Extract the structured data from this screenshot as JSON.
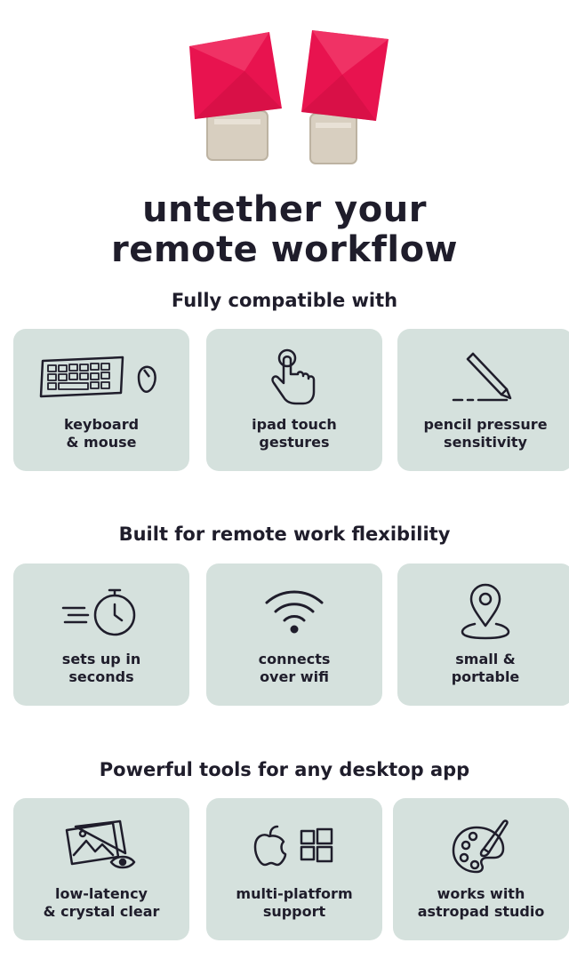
{
  "headline": {
    "line1": "untether your",
    "line2": "remote workflow"
  },
  "sections": [
    {
      "title": "Fully compatible with",
      "cards": [
        {
          "icon": "keyboard-mouse-icon",
          "line1": "keyboard",
          "line2": "& mouse"
        },
        {
          "icon": "touch-gesture-icon",
          "line1": "ipad touch",
          "line2": "gestures"
        },
        {
          "icon": "pencil-icon",
          "line1": "pencil pressure",
          "line2": "sensitivity"
        }
      ]
    },
    {
      "title": "Built for remote work flexibility",
      "cards": [
        {
          "icon": "stopwatch-icon",
          "line1": "sets up in",
          "line2": "seconds"
        },
        {
          "icon": "wifi-icon",
          "line1": "connects",
          "line2": "over wifi"
        },
        {
          "icon": "location-pin-icon",
          "line1": "small &",
          "line2": "portable"
        }
      ]
    },
    {
      "title": "Powerful tools for any desktop app",
      "cards": [
        {
          "icon": "image-eye-icon",
          "line1": "low-latency",
          "line2": "& crystal clear"
        },
        {
          "icon": "apple-windows-icon",
          "line1": "multi-platform",
          "line2": "support"
        },
        {
          "icon": "palette-brush-icon",
          "line1": "works with",
          "line2": "astropad studio"
        }
      ]
    }
  ],
  "colors": {
    "card_background": "#d5e1dd",
    "text": "#1f1d2b",
    "dongle_red": "#e8134f",
    "dongle_metal": "#d8cfc0"
  }
}
